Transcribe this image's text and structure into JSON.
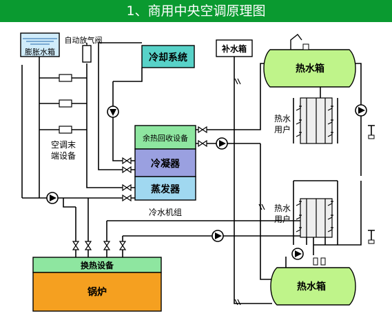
{
  "title": "1、商用中央空调原理图",
  "colors": {
    "title_bg": "#0a9a30",
    "title_text": "#ffffff",
    "line": "#000000",
    "tank_fill": "#bff48a",
    "cooling_fill": "#58d2c8",
    "component_fill": "#a0d8f0",
    "condenser_fill": "#9aa0e0",
    "heat_exchange_fill": "#8ee6a0",
    "boiler_fill": "#f5a020",
    "expansion_tank_fill": "#d0ecfa",
    "pipe_box_fill": "#eeeeee"
  },
  "labels": {
    "expansion_tank": "膨胀水箱",
    "auto_vent_valve": "自动放气阀",
    "cooling_system": "冷却系统",
    "makeup_tank": "补水箱",
    "hot_water_tank_top": "热水箱",
    "hot_water_tank_bottom": "热水箱",
    "ac_terminal_line1": "空调末",
    "ac_terminal_line2": "端设备",
    "heat_recovery": "余热回收设备",
    "condenser": "冷凝器",
    "evaporator": "蒸发器",
    "chiller_unit": "冷水机组",
    "hot_water_user_top_line1": "热水",
    "hot_water_user_top_line2": "用户",
    "hot_water_user_bottom_line1": "热水",
    "hot_water_user_bottom_line2": "用户",
    "heat_exchange_equipment": "换热设备",
    "boiler": "锅炉"
  },
  "icons": {
    "pump": "pump-icon",
    "valve": "valve-icon",
    "temperature_sensor": "temperature-sensor-icon",
    "faucet": "faucet-icon",
    "check_valve": "check-valve-icon"
  }
}
